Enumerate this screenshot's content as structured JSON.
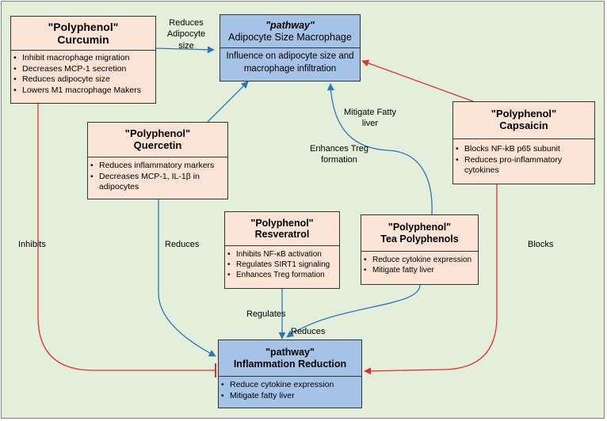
{
  "colors": {
    "background": "#e3efda",
    "polyphenol_box": "#fbe3d5",
    "pathway_box": "#a4c3e7",
    "blue_arrow": "#2e75b6",
    "red_arrow": "#e03030"
  },
  "nodes": {
    "curcumin": {
      "label": "\"Polyphenol\"",
      "name": "Curcumin",
      "items": [
        "Inhibit macrophage migration",
        "Decreases MCP-1 secretion",
        "Reduces adipocyte size",
        "Lowers M1 macrophage Makers"
      ]
    },
    "adipocyte": {
      "label": "\"pathway\"",
      "name": "Adipocyte Size Macrophage",
      "body": "Influence on adipocyte size and macrophage infiltration"
    },
    "quercetin": {
      "label": "\"Polyphenol\"",
      "name": "Quercetin",
      "items": [
        "Reduces inflammatory markers",
        "Decreases MCP-1, IL-1β in adipocytes"
      ]
    },
    "capsaicin": {
      "label": "\"Polyphenol\"",
      "name": "Capsaicin",
      "items": [
        "Blocks NF-kB p65 subunit",
        "Reduces pro-inflammatory cytokines"
      ]
    },
    "resveratrol": {
      "label": "\"Polyphenol\"",
      "name": "Resveratrol",
      "items": [
        "Inhibits NF-κB activation",
        "Regulates SIRT1 signaling",
        "Enhances Treg formation"
      ]
    },
    "tea": {
      "label": "\"Polyphenol\"",
      "name": "Tea Polyphenols",
      "items": [
        "Reduce cytokine expression",
        "Mitigate fatty liver"
      ]
    },
    "inflammation": {
      "label": "\"pathway\"",
      "name": "Inflammation Reduction",
      "items": [
        "Reduce cytokine expression",
        "Mitigate fatty liver"
      ]
    }
  },
  "edge_labels": {
    "curcumin_adipocyte": "Reduces Adipocyte size",
    "tea_adipocyte_mitigate": "Mitigate Fatty liver",
    "tea_adipocyte_treg": "Enhances Treg formation",
    "curcumin_inflammation": "Inhibits",
    "quercetin_inflammation": "Reduces",
    "capsaicin_inflammation": "Blocks",
    "resveratrol_inflammation": "Regulates",
    "tea_inflammation": "Reduces"
  }
}
